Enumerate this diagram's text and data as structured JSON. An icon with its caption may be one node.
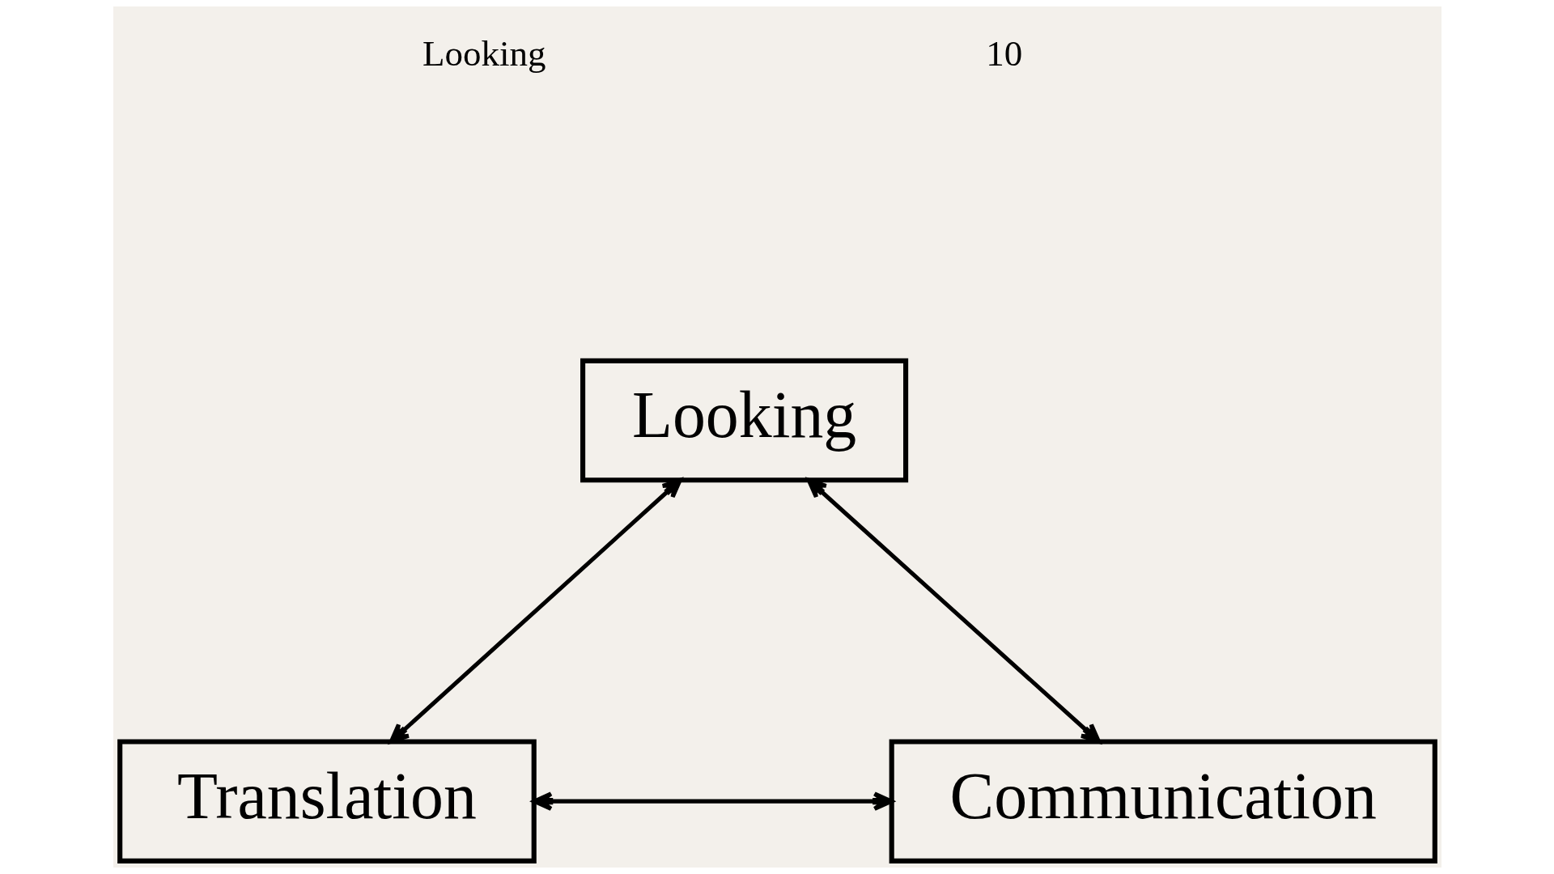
{
  "diagram": {
    "nodes": [
      {
        "text": [
          "Looking"
        ]
      },
      {
        "text": [
          "Translation"
        ]
      },
      {
        "text": [
          "Communication"
        ]
      }
    ],
    "edges": [
      {
        "from": 1,
        "to": 0,
        "arrow": "both"
      },
      {
        "from": 0,
        "to": 2,
        "arrow": "both"
      },
      {
        "from": 1,
        "to": 2,
        "arrow": "both"
      }
    ],
    "labels": [
      "Looking",
      "10"
    ]
  }
}
